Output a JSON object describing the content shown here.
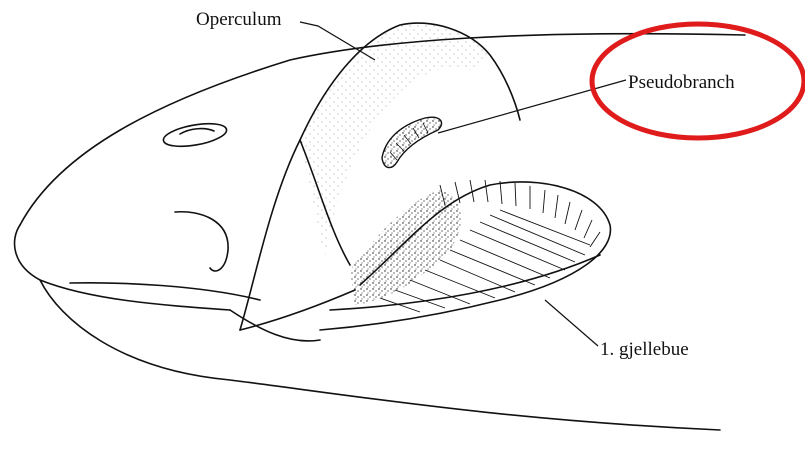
{
  "labels": {
    "operculum": "Operculum",
    "pseudobranch": "Pseudobranch",
    "gill_arch": "1. gjellebue"
  },
  "highlight": {
    "color": "#e01b1b",
    "target": "pseudobranch"
  },
  "colors": {
    "ink": "#111111",
    "background": "#ffffff"
  }
}
